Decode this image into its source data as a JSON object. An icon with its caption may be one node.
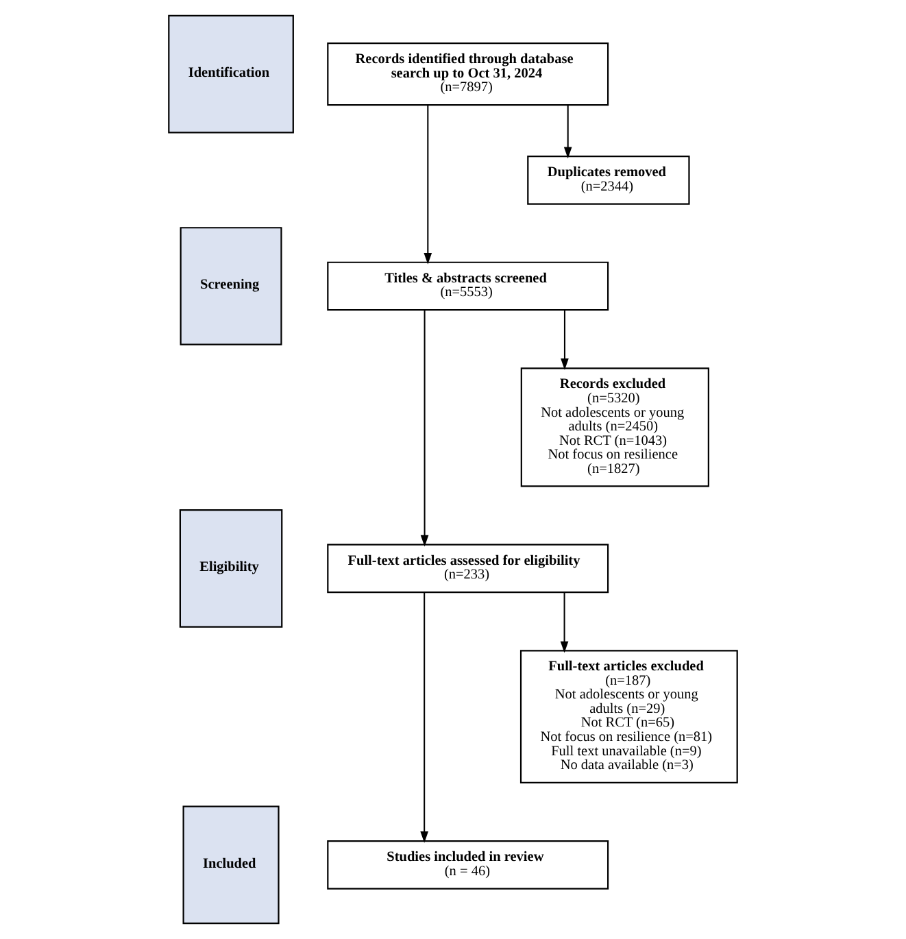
{
  "diagram": {
    "nodes": [
      {
        "text": [
          "Identification"
        ]
      },
      {
        "text": [
          "Screening"
        ]
      },
      {
        "text": [
          "Eligibility"
        ]
      },
      {
        "text": [
          "Included"
        ]
      },
      {
        "text": [
          "Records identified through database search up to Oct 31, 2024",
          "(n=7897)"
        ]
      },
      {
        "text": [
          "Duplicates removed",
          "(n=2344)"
        ]
      },
      {
        "text": [
          "Titles & abstracts screened",
          "(n=5553)"
        ]
      },
      {
        "text": [
          "Records excluded",
          "(n=5320)",
          "Not adolescents or young adults (n=2450)",
          "Not RCT (n=1043)",
          "Not focus on resilience (n=1827)"
        ]
      },
      {
        "text": [
          "Full-text articles assessed for eligibility",
          "(n=233)"
        ]
      },
      {
        "text": [
          "Full-text articles excluded",
          "(n=187)",
          "Not adolescents or young adults (n=29)",
          "Not RCT (n=65)",
          "Not focus on resilience (n=81)",
          "Full text unavailable (n=9)",
          "No data available (n=3)"
        ]
      },
      {
        "text": [
          "Studies included in review",
          "(n = 46)"
        ]
      }
    ],
    "edges": [
      {
        "from": 4,
        "to": 5,
        "arrow": "to"
      },
      {
        "from": 4,
        "to": 6,
        "arrow": "to"
      },
      {
        "from": 6,
        "to": 7,
        "arrow": "to"
      },
      {
        "from": 6,
        "to": 8,
        "arrow": "to"
      },
      {
        "from": 8,
        "to": 9,
        "arrow": "to"
      },
      {
        "from": 8,
        "to": 10,
        "arrow": "to"
      }
    ]
  }
}
